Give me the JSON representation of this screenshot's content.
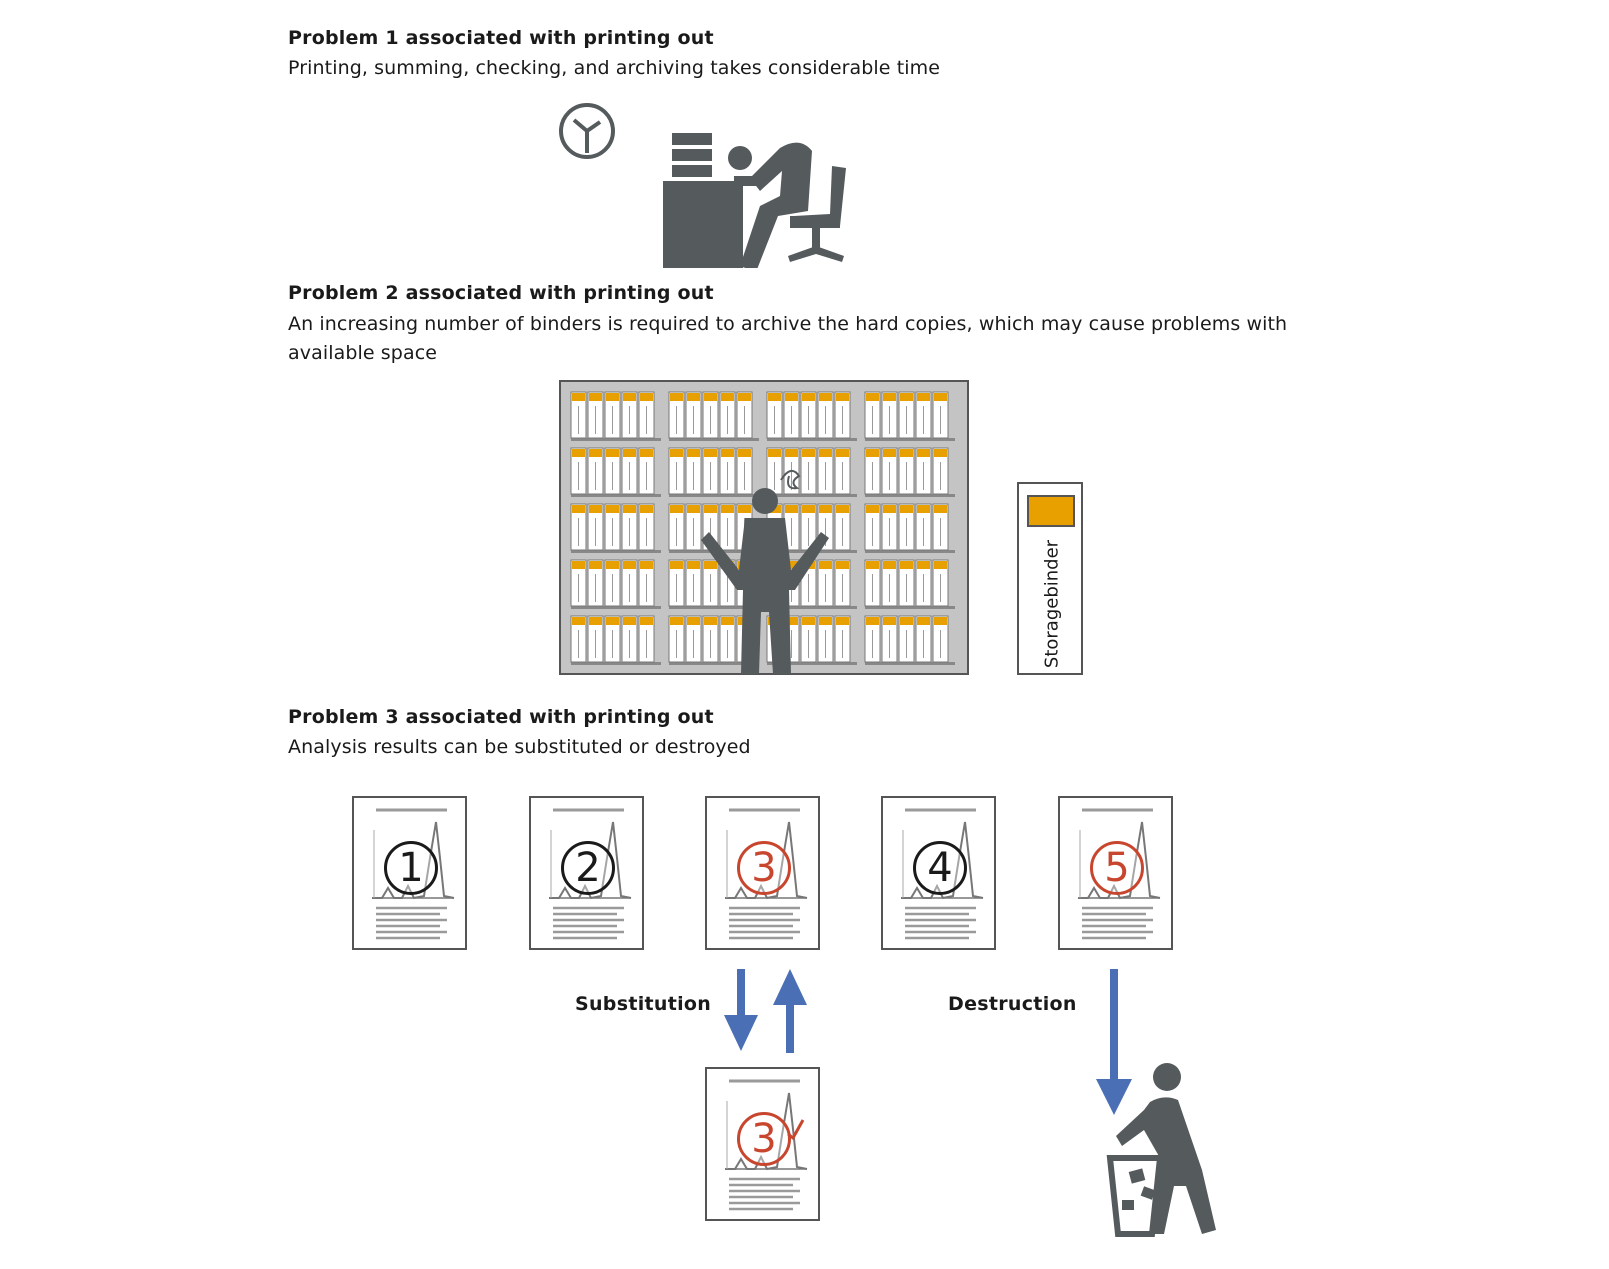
{
  "problems": [
    {
      "title": "Problem 1 associated with printing out",
      "description": "Printing, summing, checking, and archiving takes considerable time"
    },
    {
      "title": "Problem 2 associated with printing out",
      "description_line1": "An increasing number of binders is required to archive the hard copies, which may cause problems with",
      "description_line2": "available space"
    },
    {
      "title": "Problem 3 associated with printing out",
      "description": "Analysis results can be substituted or destroyed"
    }
  ],
  "storage_label": "Storagebinder",
  "documents": [
    "1",
    "2",
    "3",
    "4",
    "5"
  ],
  "substituted_document": "3",
  "labels": {
    "substitution": "Substitution",
    "destruction": "Destruction"
  },
  "colors": {
    "icon_gray": "#555a5d",
    "binder_orange": "#e8a000",
    "number_red": "#c8462e",
    "arrow_blue": "#4a6fb5"
  }
}
